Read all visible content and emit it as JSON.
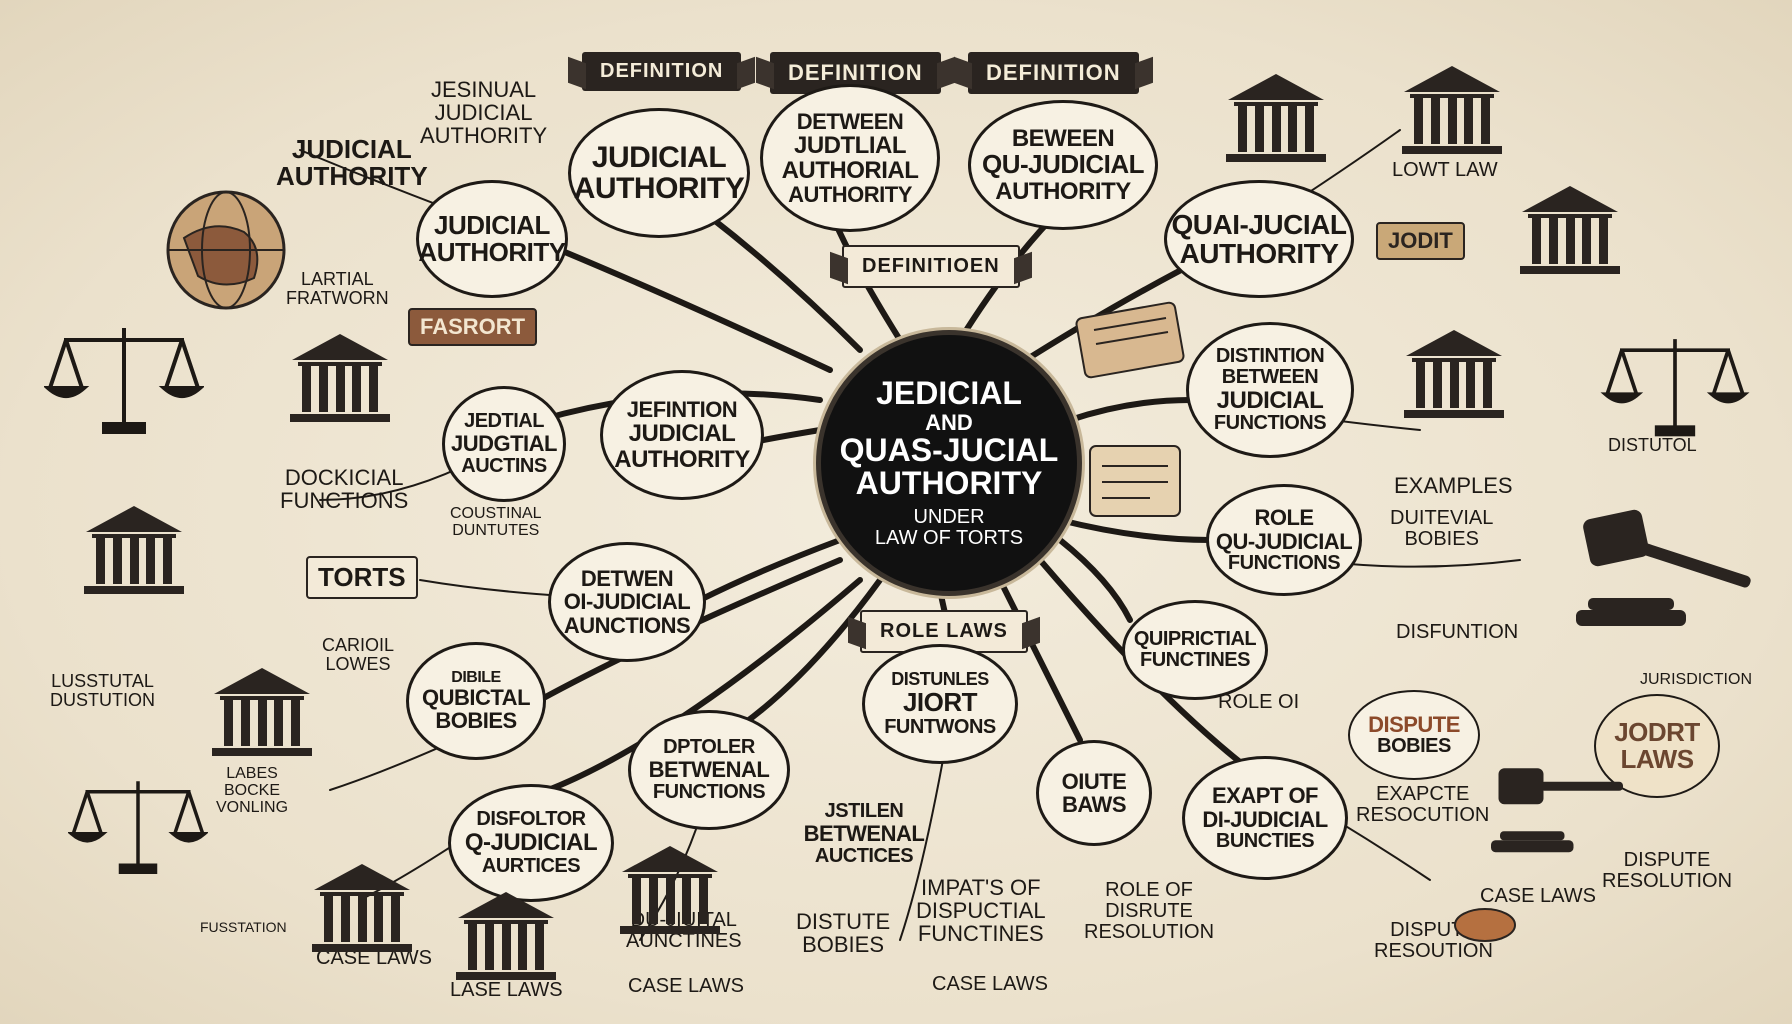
{
  "center": {
    "line1": "JEDICIAL",
    "line2": "AND",
    "line3": "QUAS-JUCIAL",
    "line4": "AUTHORITY",
    "line5": "UNDER",
    "line6": "LAW OF TORTS"
  },
  "banners": {
    "definition_left": "DEFINITION",
    "definition_mid": "DEFINITION",
    "definition_right": "DEFINITION",
    "definitioen": "DEFINITIOEN",
    "role_laws": "ROLE LAWS"
  },
  "nodes": {
    "judicial_authority_top": [
      "JUDICIAL",
      "AUTHORITY"
    ],
    "between_judtial": [
      "DETWEEN",
      "JUDTLIAL",
      "AUTHORIAL",
      "AUTHORITY"
    ],
    "beween_qu_judicial": [
      "BEWEEN",
      "QU-JUDICIAL",
      "AUTHORITY"
    ],
    "judicial_authority_left": [
      "JUDICIAL",
      "AUTHORITY"
    ],
    "quai_jucial_authority": [
      "QUAI-JUCIAL",
      "AUTHORITY"
    ],
    "jedtial_judgtial": [
      "JEDTIAL",
      "JUDGTIAL",
      "AUCTINS"
    ],
    "jefintion_judicial": [
      "JEFINTION",
      "JUDICIAL",
      "AUTHORITY"
    ],
    "distintion_between": [
      "DISTINTION",
      "BETWEEN",
      "JUDICIAL",
      "FUNCTIONS"
    ],
    "role_qu_judicial": [
      "ROLE",
      "QU-JUDICIAL",
      "FUNCTIONS"
    ],
    "detwen_oi_judicial": [
      "DETWEN",
      "OI-JUDICIAL",
      "AUNCTIONS"
    ],
    "dible_qubical": [
      "DIBILE",
      "QUBICTAL",
      "BOBIES"
    ],
    "distunles_jiort": [
      "DISTUNLES",
      "JIORT",
      "FUNTWONS"
    ],
    "dptoler_betwenal": [
      "DPTOLER",
      "BETWENAL",
      "FUNCTIONS"
    ],
    "quipractial": [
      "QUIPRICTIAL",
      "FUNCTINES"
    ],
    "oiute_baws": [
      "OIUTE",
      "BAWS"
    ],
    "exapt_of": [
      "EXAPT OF",
      "DI-JUDICIAL",
      "BUNCTIES"
    ],
    "disfoltor": [
      "DISFOLTOR",
      "Q-JUDICIAL",
      "AURTICES"
    ],
    "jstilen_betwenal": [
      "JSTILEN",
      "BETWENAL",
      "AUCTICES"
    ],
    "dispute_bobies": [
      "DISPUTE",
      "BOBIES"
    ],
    "jodrt_laws": [
      "JODRT",
      "LAWS"
    ]
  },
  "labels": {
    "jesinual": [
      "JESINUAL",
      "JUDICIAL",
      "AUTHORITY"
    ],
    "judicial_authority_far": [
      "JUDICIAL",
      "AUTHORITY"
    ],
    "lartial_fraworn": [
      "LARTIAL",
      "FRATWORN"
    ],
    "dockicial": [
      "DOCKICIAL",
      "FUNCTIONS"
    ],
    "lowt_law": "LOWT LAW",
    "examples": "EXAMPLES",
    "duiteval_bobies": [
      "DUITEVIAL",
      "BOBIES"
    ],
    "disfuntion": "DISFUNTION",
    "role_oi": "ROLE OI",
    "exapcte_resocution": [
      "EXAPCTE",
      "RESOCUTION"
    ],
    "impacts": [
      "IMPAT'S OF",
      "DISPUCTIAL",
      "FUNCTINES"
    ],
    "role_of_disrute": [
      "ROLE OF",
      "DISRUTE",
      "RESOLUTION"
    ],
    "du_jiuital": [
      "DU-JIUITAL",
      "AUNCTINES"
    ],
    "distute_bobies": [
      "DISTUTE",
      "BOBIES"
    ],
    "case_laws_1": "CASE LAWS",
    "case_laws_2": "CASE LAWS",
    "case_laws_3": "CASE LAWS",
    "case_laws_4": "CASE LAWS",
    "lase_laws": "LASE LAWS",
    "dispute_resolution": [
      "DISPUTE",
      "RESOLUTION"
    ],
    "dispute_resocution": [
      "DISPUTE",
      "RESOUTION"
    ],
    "distutol": "DISTUTOL",
    "lusstutal_dustution": [
      "LUSSTUTAL",
      "DUSTUTION"
    ],
    "fusstation": "FUSSTATION",
    "caroil_lowes": [
      "CARIOIL",
      "LOWES"
    ],
    "coustion_duntutes": [
      "COUSTINAL",
      "DUNTUTES"
    ],
    "jurisdiction": "JURISDICTION",
    "lase_bocke": [
      "LABES",
      "BOCKE",
      "VONLING"
    ]
  },
  "tags": {
    "fasrort": "FASRORT",
    "torts": "TORTS",
    "jodit": "JODIT"
  },
  "icons": [
    "scales-icon",
    "courthouse-icon",
    "gavel-icon",
    "globe-icon",
    "scroll-icon"
  ]
}
